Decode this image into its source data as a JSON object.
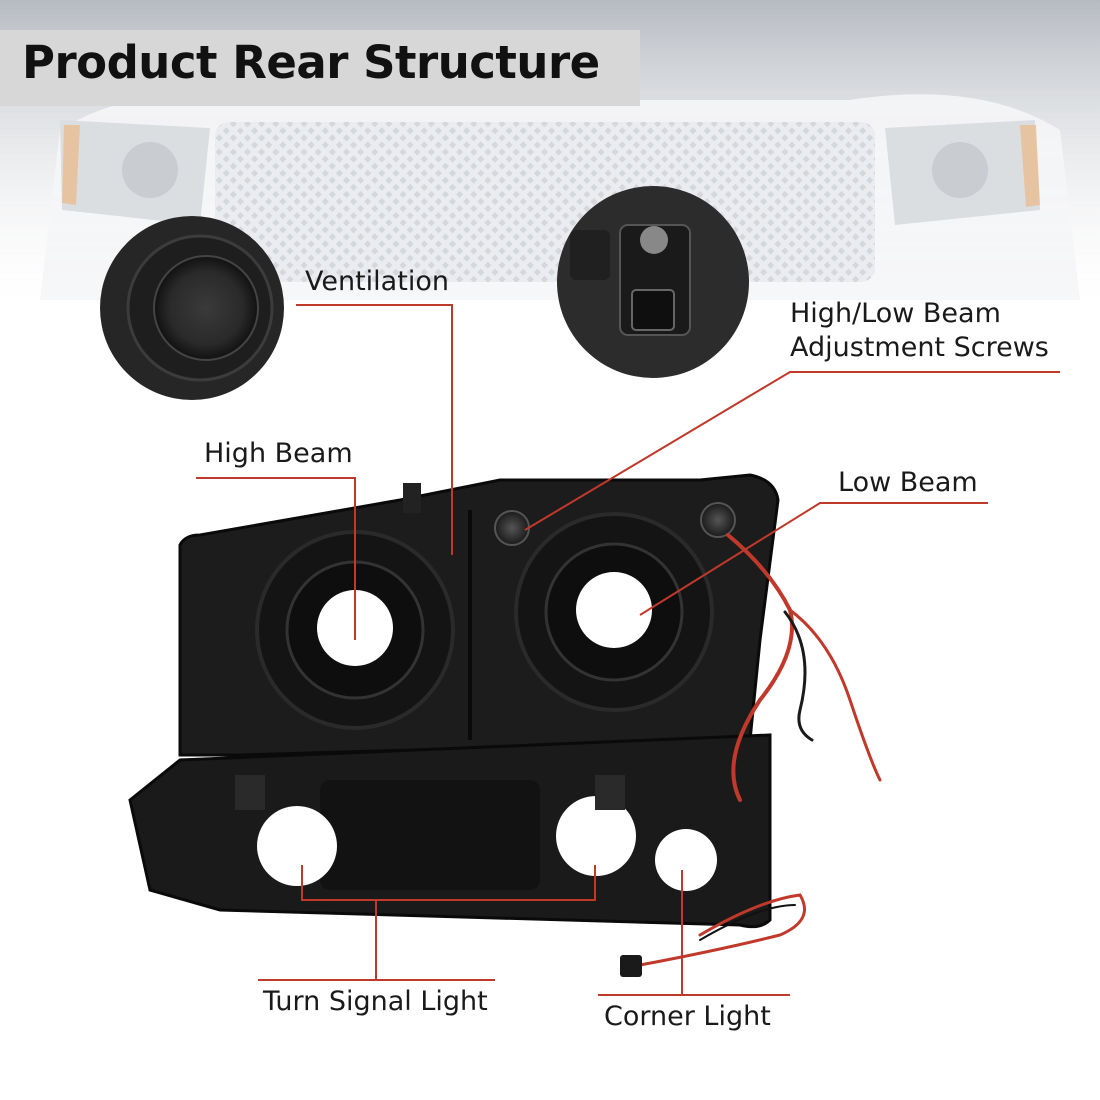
{
  "title": "Product Rear Structure",
  "labels": {
    "ventilation": "Ventilation",
    "adjustment_line1": "High/Low Beam",
    "adjustment_line2": "Adjustment Screws",
    "high_beam": "High Beam",
    "low_beam": "Low Beam",
    "turn_signal": "Turn Signal Light",
    "corner_light": "Corner Light"
  },
  "colors": {
    "leader_line": "#c0392b",
    "title_band": "#d7d7d7",
    "housing": "#1c1c1c"
  }
}
